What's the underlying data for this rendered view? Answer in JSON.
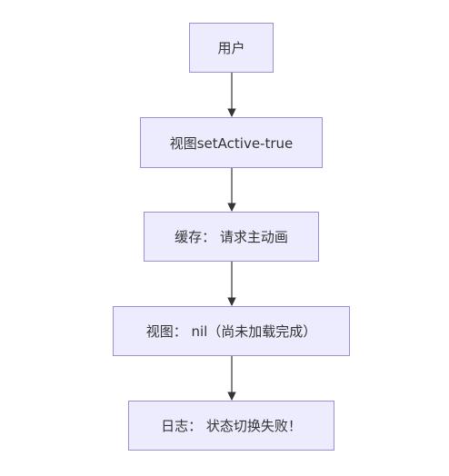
{
  "nodes": [
    {
      "label": "用户"
    },
    {
      "label": "视图setActive-true"
    },
    {
      "label": "缓存： 请求主动画"
    },
    {
      "label": "视图： nil（尚未加载完成）"
    },
    {
      "label": "日志： 状态切换失败！"
    }
  ],
  "edges": [
    {
      "from": 0,
      "to": 1
    },
    {
      "from": 1,
      "to": 2
    },
    {
      "from": 2,
      "to": 3
    },
    {
      "from": 3,
      "to": 4
    }
  ],
  "colors": {
    "node_fill": "#ececfe",
    "node_border": "#9b8fd8",
    "text": "#333333",
    "edge": "#333333"
  }
}
